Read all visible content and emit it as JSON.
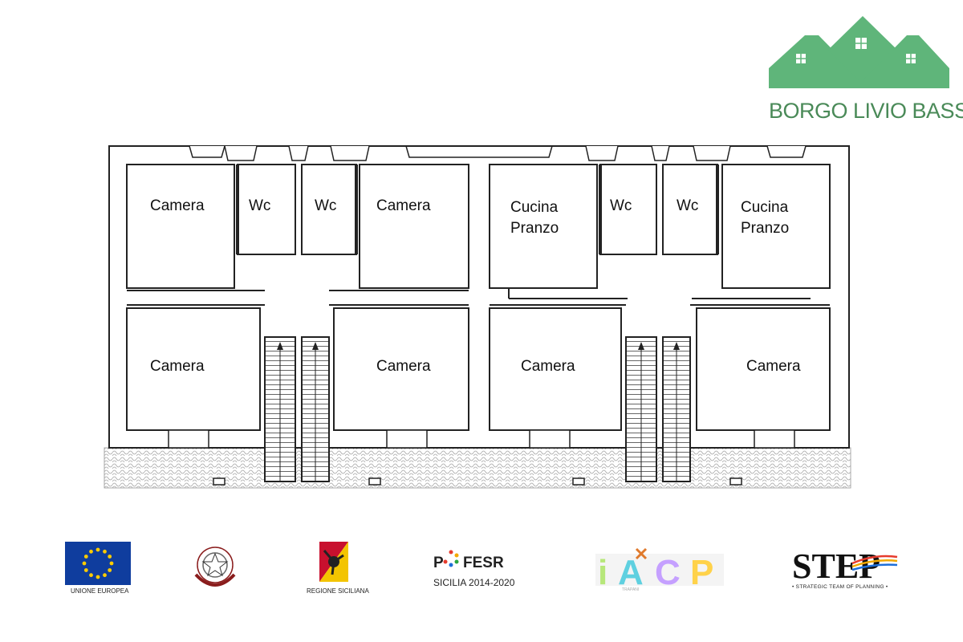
{
  "brand": {
    "name": "BORGO LIVIO BASSI",
    "color": "#5fb57a",
    "text_color": "#4a8a58"
  },
  "floorplan": {
    "wall_color": "#222222",
    "paving_color": "#bbbbbb",
    "rooms": [
      {
        "id": "camera-top-1",
        "label": [
          "Camera"
        ]
      },
      {
        "id": "wc-1",
        "label": [
          "Wc"
        ]
      },
      {
        "id": "wc-2",
        "label": [
          "Wc"
        ]
      },
      {
        "id": "camera-top-2",
        "label": [
          "Camera"
        ]
      },
      {
        "id": "cucina-1",
        "label": [
          "Cucina",
          "Pranzo"
        ]
      },
      {
        "id": "wc-3",
        "label": [
          "Wc"
        ]
      },
      {
        "id": "wc-4",
        "label": [
          "Wc"
        ]
      },
      {
        "id": "cucina-2",
        "label": [
          "Cucina",
          "Pranzo"
        ]
      },
      {
        "id": "camera-bottom-1",
        "label": [
          "Camera"
        ]
      },
      {
        "id": "camera-bottom-2",
        "label": [
          "Camera"
        ]
      },
      {
        "id": "camera-bottom-3",
        "label": [
          "Camera"
        ]
      },
      {
        "id": "camera-bottom-4",
        "label": [
          "Camera"
        ]
      }
    ]
  },
  "logos": {
    "eu": {
      "caption": "UNIONE EUROPEA",
      "flag_color": "#0f3d9e",
      "star_color": "#ffcc00"
    },
    "italy": {
      "caption": "REPUBBLICA ITALIANA",
      "color": "#8a1c1c"
    },
    "sicily": {
      "caption": "REGIONE SICILIANA",
      "yellow": "#f3c400",
      "red": "#c8102e"
    },
    "fesr": {
      "prefix": "P",
      "title": "FESR",
      "subtitle": "SICILIA 2014-2020"
    },
    "iacp": {
      "letters": [
        "i",
        "A",
        "C",
        "P"
      ],
      "colors": [
        "#b7e77a",
        "#5fd0e0",
        "#c5a0ff",
        "#ffd24a"
      ],
      "subtitle": "TRAPANI"
    },
    "step": {
      "title": "STEP",
      "subtitle": "• STRATEGIC TEAM OF PLANNING •"
    }
  }
}
